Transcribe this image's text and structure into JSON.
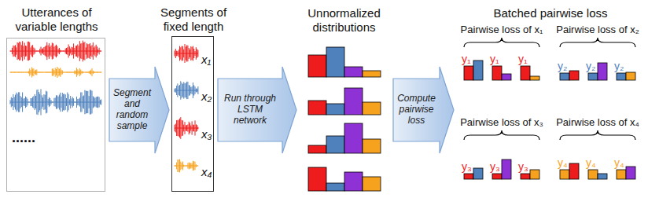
{
  "diagram": {
    "nodes": [
      {
        "text": [
          "Utterances of variable lengths",
          "......"
        ]
      },
      {
        "text": [
          "Segments of fixed length",
          "x₁",
          "x₂",
          "x₃",
          "x₄"
        ]
      },
      {
        "text": [
          "Unnormalized distributions"
        ]
      },
      {
        "text": [
          "Batched pairwise loss"
        ]
      }
    ],
    "edges": [
      {
        "from": 0,
        "to": 1,
        "arrow": "to",
        "label": "Segment and random sample"
      },
      {
        "from": 1,
        "to": 2,
        "arrow": "to",
        "label": "Run through LSTM network"
      },
      {
        "from": 2,
        "to": 3,
        "arrow": "to",
        "label": "Compute pairwise loss"
      }
    ],
    "labels": [
      "Pairwise loss of x₁",
      "y₁",
      "y₁",
      "y₁",
      "Pairwise loss of x₂",
      "y₂",
      "y₂",
      "y₂",
      "Pairwise loss of x₃",
      "y₃",
      "y₃",
      "y₃",
      "Pairwise loss of x₄",
      "y₄",
      "y₄",
      "y₄"
    ]
  }
}
